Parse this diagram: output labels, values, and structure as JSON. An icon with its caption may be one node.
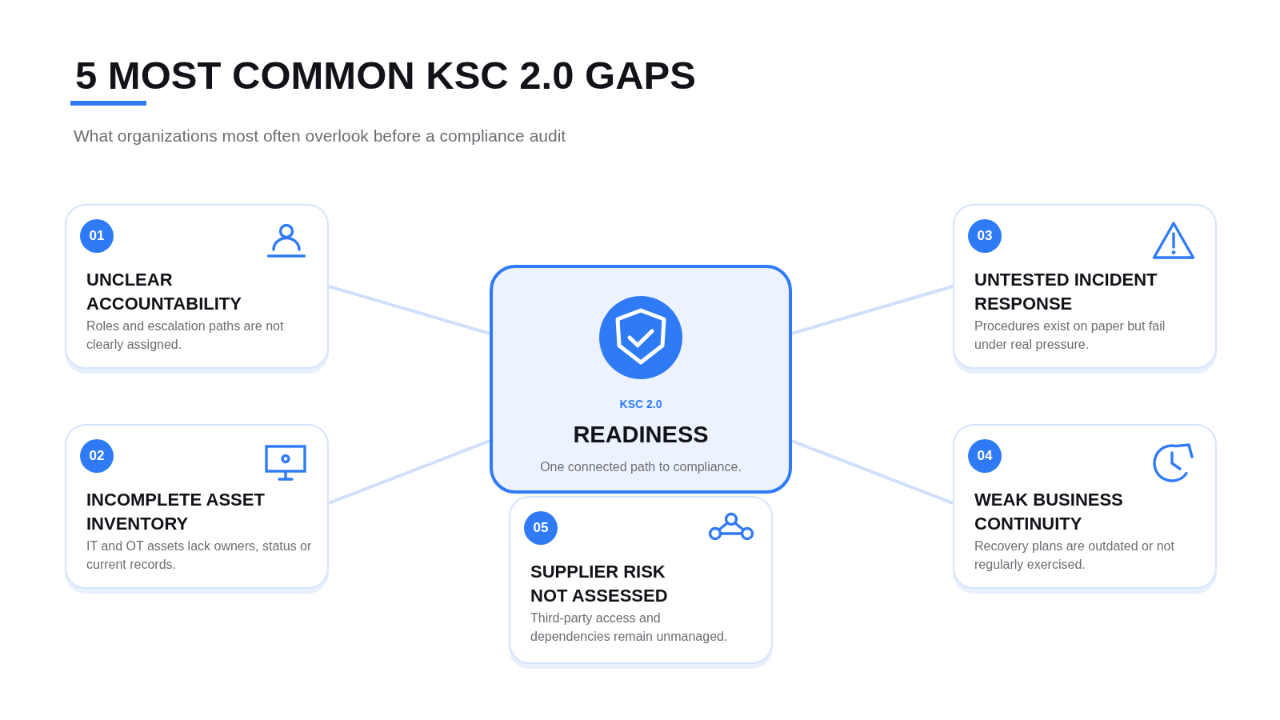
{
  "diagram": {
    "title": "5 MOST COMMON KSC 2.0 GAPS",
    "nodes": [
      {
        "text": [
          "UNCLEAR ACCOUNTABILITY",
          "Roles and escalation paths are not clearly assigned."
        ]
      },
      {
        "text": [
          "01"
        ],
        "in": 0
      },
      {
        "text": [
          "INCOMPLETE ASSET INVENTORY",
          "IT and OT assets lack owners, status or current records."
        ]
      },
      {
        "text": [
          "02"
        ],
        "in": 2
      },
      {
        "text": [
          "KSC 2.0",
          "READINESS",
          "One connected path to compliance."
        ]
      },
      {
        "text": [
          "SUPPLIER RISK NOT ASSESSED",
          "Third-party access and dependencies remain unmanaged."
        ]
      },
      {
        "text": [
          "05"
        ],
        "in": 5
      },
      {
        "text": [
          "UNTESTED INCIDENT RESPONSE",
          "Procedures exist on paper but fail under real pressure."
        ]
      },
      {
        "text": [
          "03"
        ],
        "in": 7
      },
      {
        "text": [
          "WEAK BUSINESS CONTINUITY",
          "Recovery plans are outdated or not regularly exercised."
        ]
      },
      {
        "text": [
          "04"
        ],
        "in": 9
      }
    ],
    "edges": [
      {
        "from": 0,
        "to": 4,
        "arrow": "none"
      },
      {
        "from": 2,
        "to": 4,
        "arrow": "none"
      },
      {
        "from": 7,
        "to": 4,
        "arrow": "none"
      },
      {
        "from": 9,
        "to": 4,
        "arrow": "none"
      }
    ],
    "labels": [
      "What organizations most often overlook before a compliance audit"
    ]
  }
}
